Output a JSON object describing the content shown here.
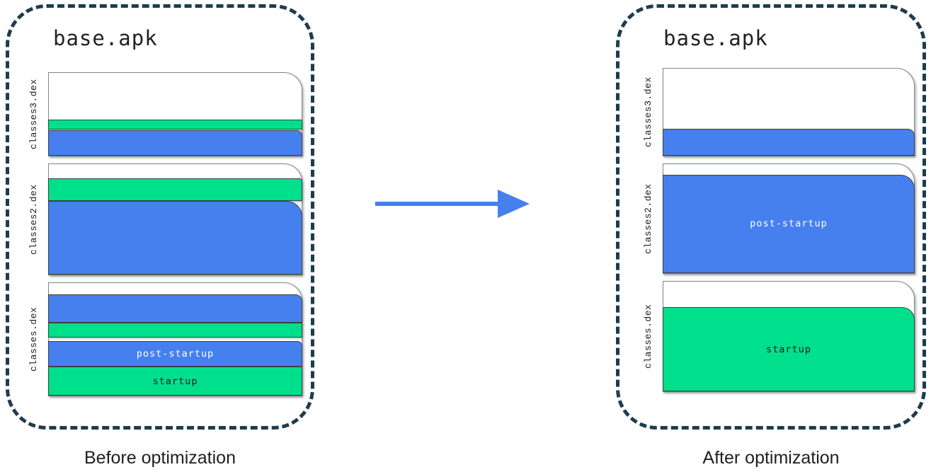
{
  "colors": {
    "blue": "#4680EE",
    "green": "#00E08C",
    "panel_border": "#1d3c4e",
    "file_border": "#80868b",
    "segment_border": "#3c4043",
    "label_light": "#ffffff",
    "label_dark": "#16191c",
    "caption_text": "#1f1f1f",
    "arrow": "#4680EE"
  },
  "legend_meaning": {
    "green": "startup",
    "blue": "post-startup"
  },
  "panels": [
    {
      "id": "before",
      "title": "base.apk",
      "caption": "Before optimization",
      "files": [
        {
          "name": "classes3.dex",
          "height": 119,
          "segments": [
            {
              "color": "white",
              "pct": 56.5,
              "curl": 0
            },
            {
              "color": "green",
              "pct": 11.5,
              "curl": 0
            },
            {
              "color": "gap",
              "pct": 1.5,
              "curl": 0
            },
            {
              "color": "blue",
              "pct": 30.5,
              "curl": 8
            }
          ]
        },
        {
          "name": "classes2.dex",
          "height": 158,
          "segments": [
            {
              "color": "white",
              "pct": 12.5,
              "curl": 0
            },
            {
              "color": "green",
              "pct": 21.0,
              "curl": 4
            },
            {
              "color": "blue",
              "pct": 66.5,
              "curl": 22
            }
          ]
        },
        {
          "name": "classes.dex",
          "height": 161,
          "segments": [
            {
              "color": "white",
              "pct": 10.0,
              "curl": 0
            },
            {
              "color": "blue",
              "pct": 25.0,
              "curl": 10
            },
            {
              "color": "green",
              "pct": 13.5,
              "curl": 0
            },
            {
              "color": "gap",
              "pct": 3.0,
              "curl": 0
            },
            {
              "color": "blue",
              "pct": 23.0,
              "curl": 7,
              "label": "post-startup",
              "label_color": "light"
            },
            {
              "color": "green",
              "pct": 25.5,
              "curl": 0,
              "label": "startup",
              "label_color": "dark"
            }
          ]
        }
      ]
    },
    {
      "id": "after",
      "title": "base.apk",
      "caption": "After optimization",
      "files": [
        {
          "name": "classes3.dex",
          "height": 125,
          "segments": [
            {
              "color": "white",
              "pct": 69.0,
              "curl": 0
            },
            {
              "color": "blue",
              "pct": 31.0,
              "curl": 10
            }
          ]
        },
        {
          "name": "classes2.dex",
          "height": 156,
          "segments": [
            {
              "color": "white",
              "pct": 9.5,
              "curl": 0
            },
            {
              "color": "blue",
              "pct": 90.5,
              "curl": 20,
              "label": "post-startup",
              "label_color": "light"
            }
          ]
        },
        {
          "name": "classes.dex",
          "height": 157,
          "segments": [
            {
              "color": "white",
              "pct": 23.5,
              "curl": 0
            },
            {
              "color": "green",
              "pct": 76.5,
              "curl": 18,
              "label": "startup",
              "label_color": "dark"
            }
          ]
        }
      ]
    }
  ],
  "arrow": {
    "name": "right-arrow-icon",
    "direction": "right"
  }
}
